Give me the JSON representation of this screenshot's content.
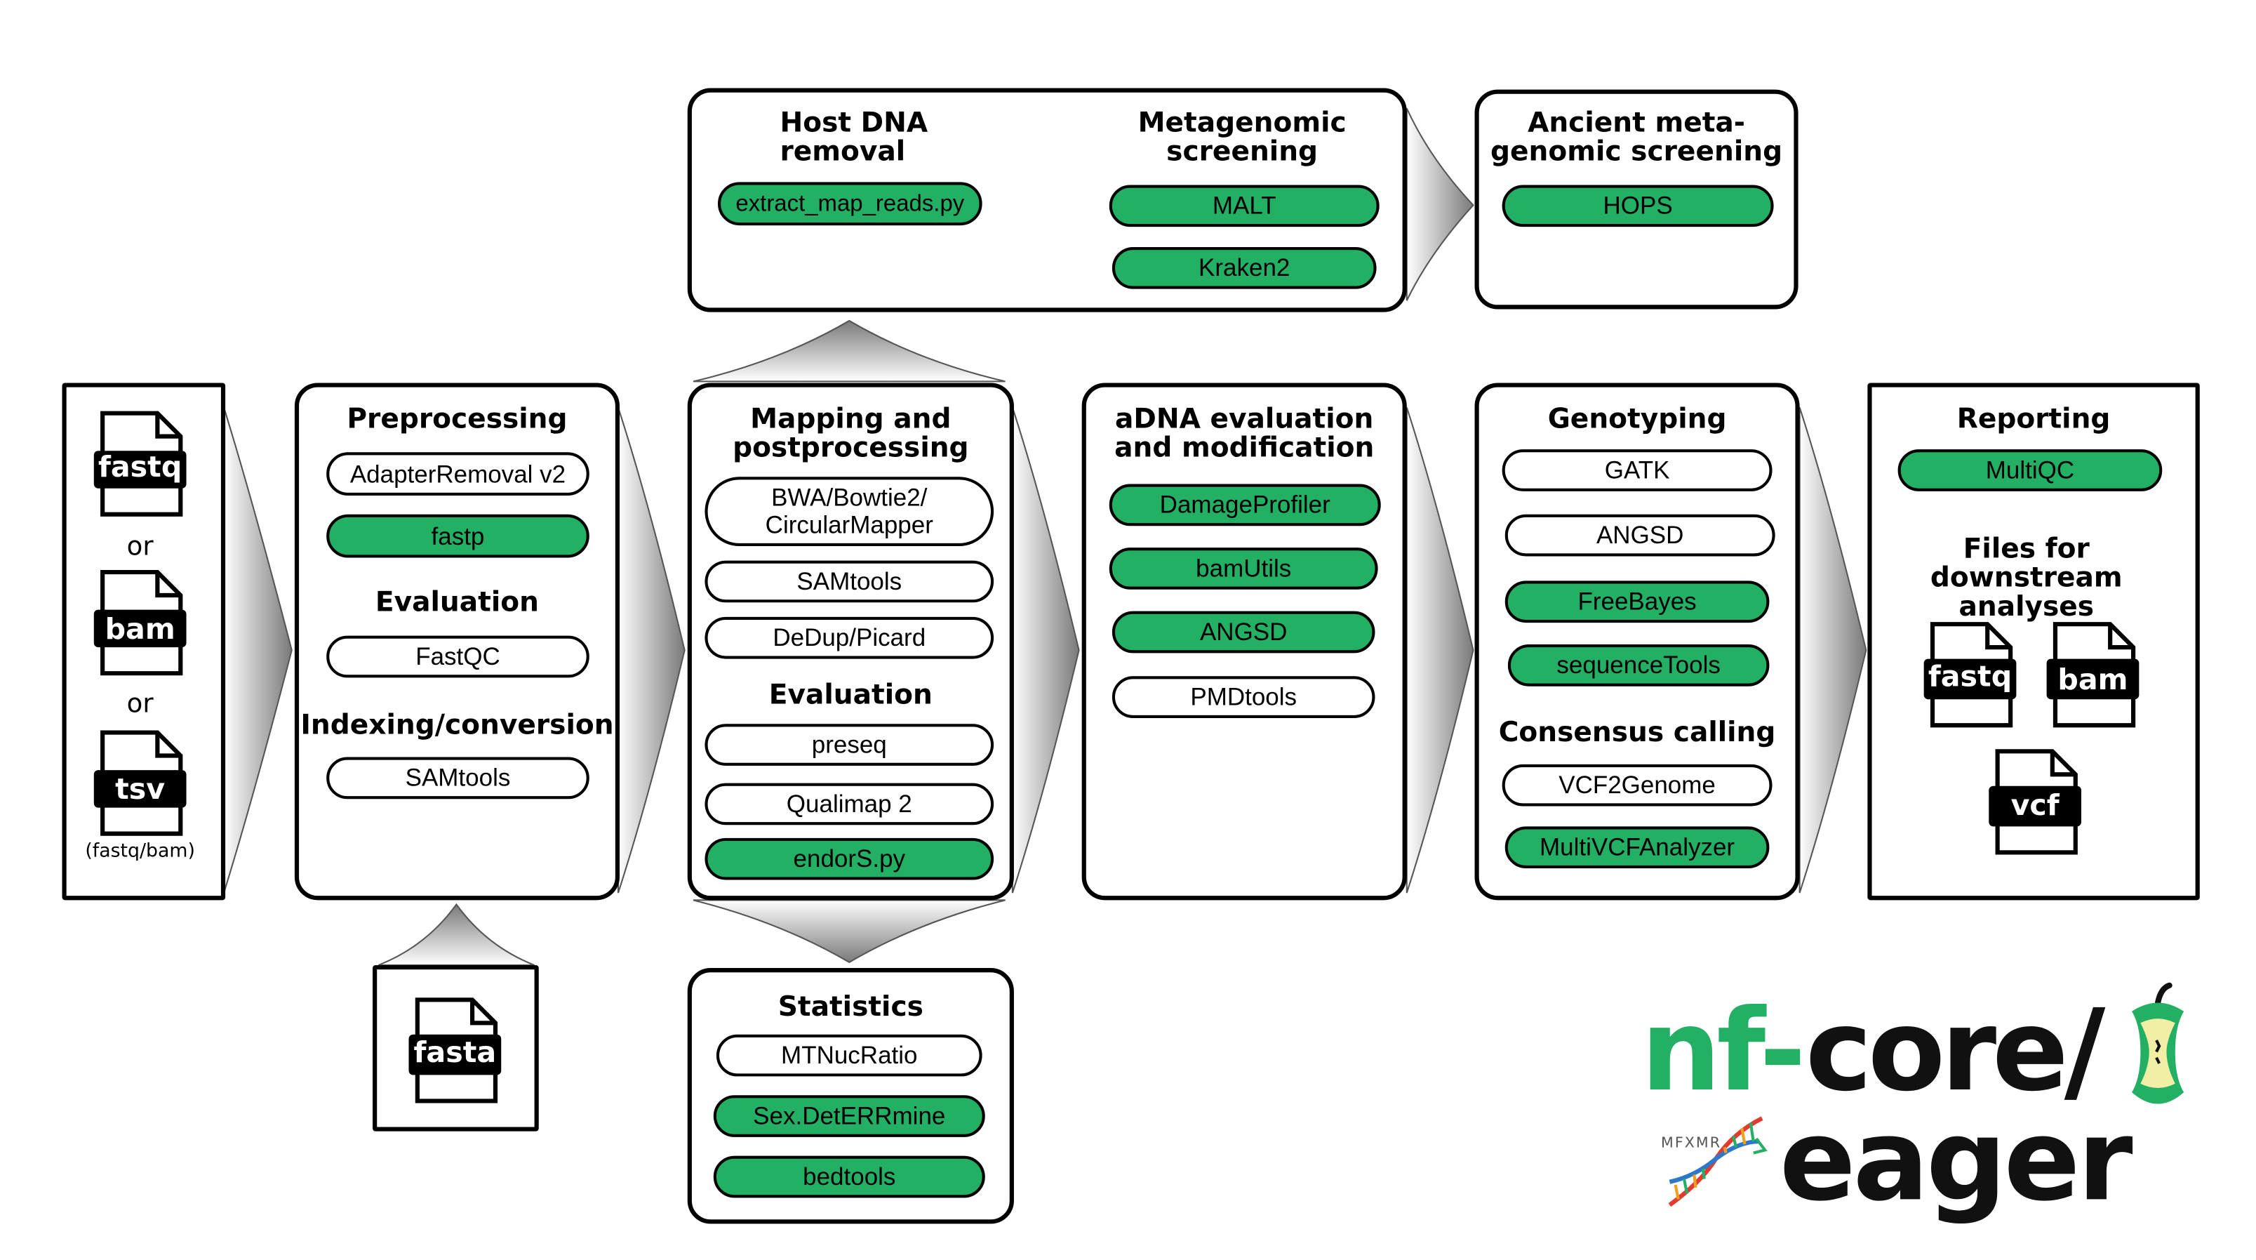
{
  "inputs": {
    "files": [
      "fastq",
      "bam",
      "tsv"
    ],
    "separator": "or",
    "tsv_note": "(fastq/bam)"
  },
  "preprocessing": {
    "title": "Preprocessing",
    "tools": [
      {
        "label": "AdapterRemoval v2",
        "highlight": false
      },
      {
        "label": "fastp",
        "highlight": true
      }
    ],
    "evaluation_title": "Evaluation",
    "evaluation_tools": [
      {
        "label": "FastQC",
        "highlight": false
      }
    ],
    "indexing_title": "Indexing/conversion",
    "indexing_tools": [
      {
        "label": "SAMtools",
        "highlight": false
      }
    ]
  },
  "reference": {
    "file": "fasta"
  },
  "mapping": {
    "title": "Mapping and\npostprocessing",
    "tools": [
      {
        "label": "BWA/Bowtie2/\nCircularMapper",
        "highlight": false
      },
      {
        "label": "SAMtools",
        "highlight": false
      },
      {
        "label": "DeDup/Picard",
        "highlight": false
      }
    ],
    "evaluation_title": "Evaluation",
    "evaluation_tools": [
      {
        "label": "preseq",
        "highlight": false
      },
      {
        "label": "Qualimap 2",
        "highlight": false
      },
      {
        "label": "endorS.py",
        "highlight": true
      }
    ]
  },
  "statistics": {
    "title": "Statistics",
    "tools": [
      {
        "label": "MTNucRatio",
        "highlight": false
      },
      {
        "label": "Sex.DetERRmine",
        "highlight": true
      },
      {
        "label": "bedtools",
        "highlight": true
      }
    ]
  },
  "host_removal": {
    "title": "Host DNA\nremoval",
    "tools": [
      {
        "label": "extract_map_reads.py",
        "highlight": true
      }
    ]
  },
  "metagenomic": {
    "title": "Metagenomic\nscreening",
    "tools": [
      {
        "label": "MALT",
        "highlight": true
      },
      {
        "label": "Kraken2",
        "highlight": true
      }
    ]
  },
  "ancient_metagenomic": {
    "title": "Ancient meta-\ngenomic screening",
    "tools": [
      {
        "label": "HOPS",
        "highlight": true
      }
    ]
  },
  "adna_evaluation": {
    "title": "aDNA evaluation\nand modification",
    "tools": [
      {
        "label": "DamageProfiler",
        "highlight": true
      },
      {
        "label": "bamUtils",
        "highlight": true
      },
      {
        "label": "ANGSD",
        "highlight": true
      },
      {
        "label": "PMDtools",
        "highlight": false
      }
    ]
  },
  "genotyping": {
    "title": "Genotyping",
    "tools": [
      {
        "label": "GATK",
        "highlight": false
      },
      {
        "label": "ANGSD",
        "highlight": false
      },
      {
        "label": "FreeBayes",
        "highlight": true
      },
      {
        "label": "sequenceTools",
        "highlight": true
      }
    ],
    "consensus_title": "Consensus calling",
    "consensus_tools": [
      {
        "label": "VCF2Genome",
        "highlight": false
      },
      {
        "label": "MultiVCFAnalyzer",
        "highlight": true
      }
    ]
  },
  "reporting": {
    "title": "Reporting",
    "tools": [
      {
        "label": "MultiQC",
        "highlight": true
      }
    ],
    "files_title": "Files for downstream\nanalyses",
    "output_files": [
      "fastq",
      "bam",
      "vcf"
    ]
  },
  "logo": {
    "prefix": "nf-",
    "core": "core/",
    "pipeline": "eager",
    "lab_mark": "MFXMR",
    "colors": {
      "green": "#24b064",
      "black": "#111111",
      "highlight": "#24b064"
    }
  }
}
